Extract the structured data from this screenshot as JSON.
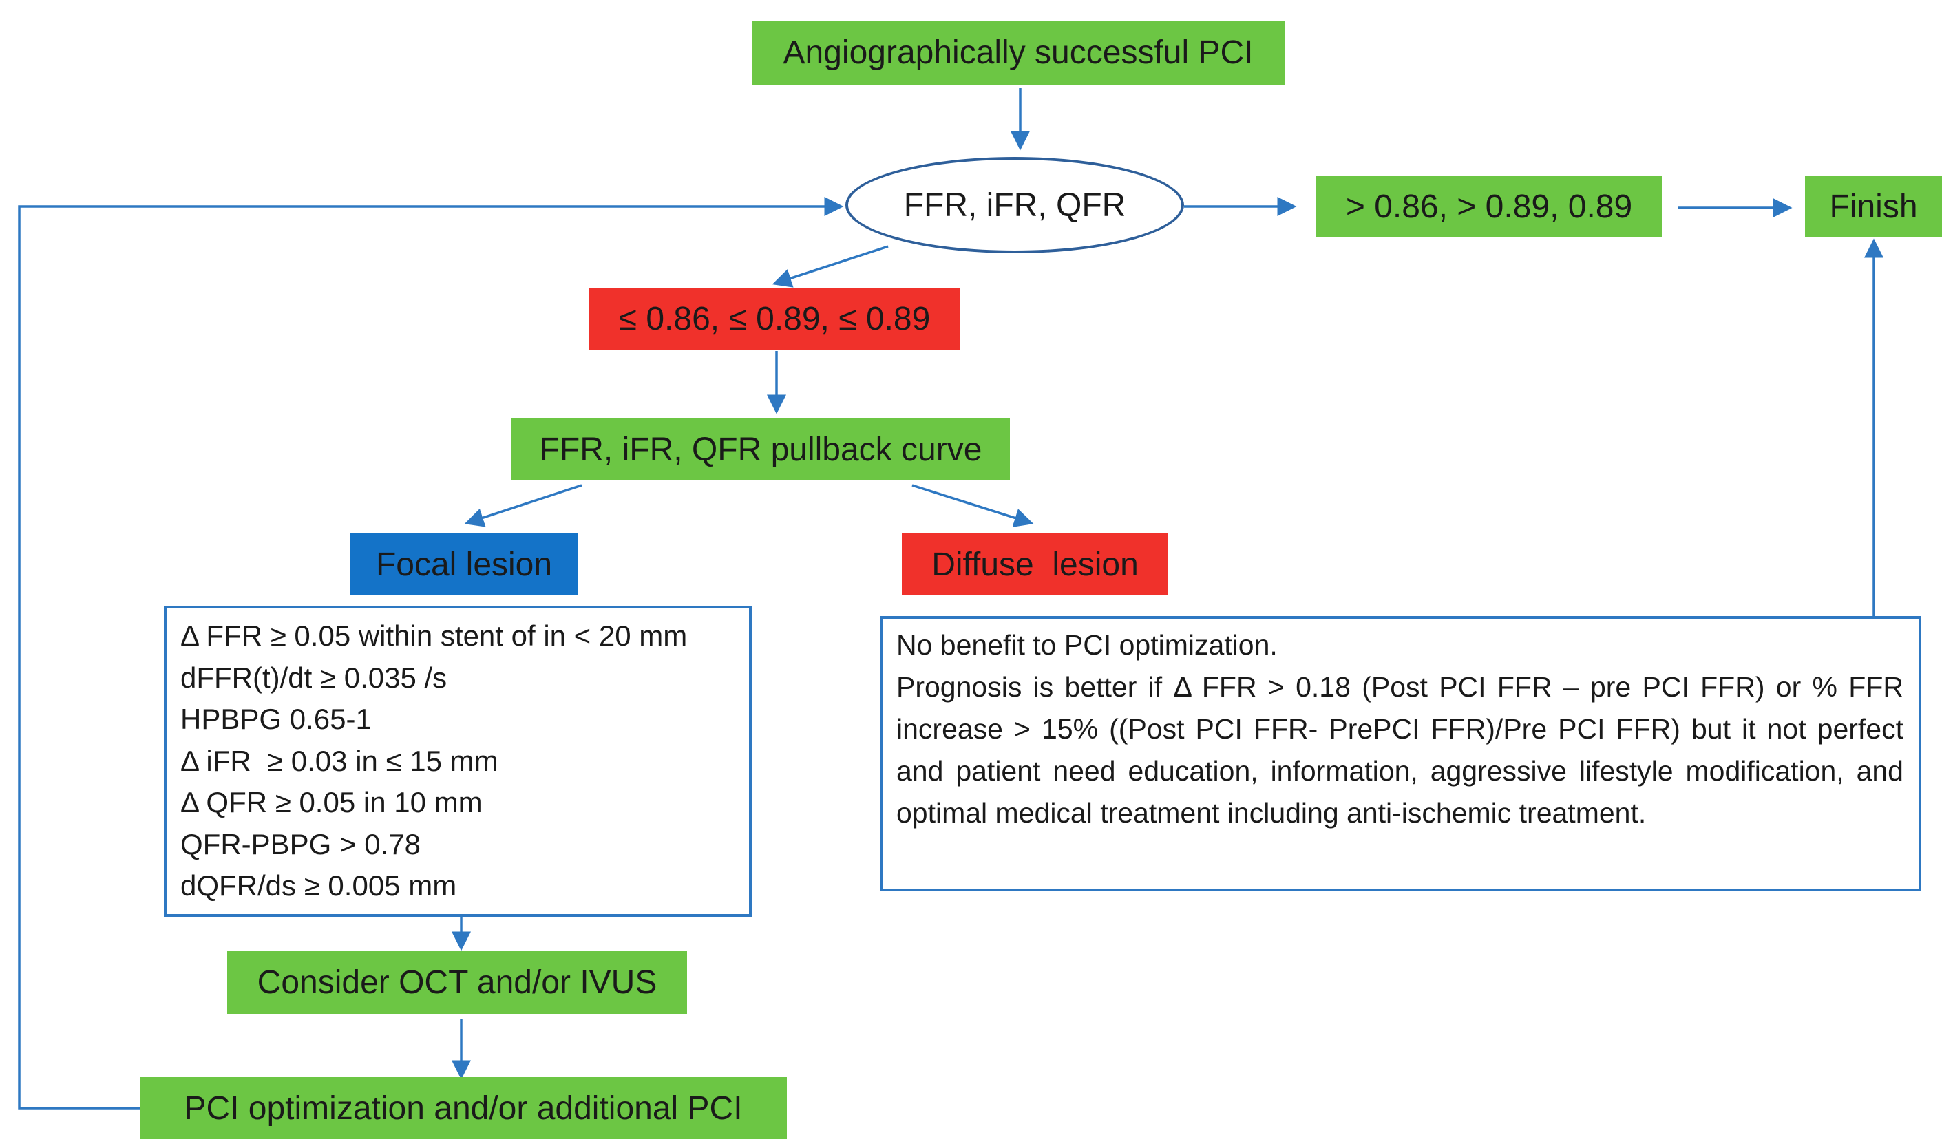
{
  "flowchart": {
    "start": "Angiographically successful PCI",
    "measurement": "FFR, iFR, QFR",
    "normal_thresholds": "> 0.86, > 0.89, 0.89",
    "finish": "Finish",
    "abnormal_thresholds": "≤ 0.86, ≤ 0.89, ≤ 0.89",
    "pullback": "FFR, iFR, QFR pullback curve",
    "focal": "Focal lesion",
    "diffuse": "Diffuse  lesion",
    "focal_criteria": [
      "Δ FFR ≥ 0.05 within stent of in < 20 mm",
      "dFFR(t)/dt ≥ 0.035 /s",
      "HPBPG 0.65-1",
      "Δ iFR  ≥ 0.03 in ≤ 15 mm",
      "Δ QFR ≥ 0.05 in 10 mm",
      "QFR-PBPG > 0.78",
      "dQFR/ds ≥ 0.005 mm"
    ],
    "diffuse_note_line1": "No benefit to PCI optimization.",
    "diffuse_note_para": "Prognosis is better if Δ FFR > 0.18 (Post PCI FFR – pre PCI  FFR) or % FFR increase > 15% ((Post PCI FFR- PrePCI FFR)/Pre PCI FFR) but it not perfect and patient need education, information, aggressive lifestyle modification, and optimal medical treatment including anti-ischemic treatment.",
    "imaging": "Consider OCT and/or IVUS",
    "optimization": "PCI optimization and/or additional PCI"
  },
  "colors": {
    "green": "#6cc644",
    "red": "#f0312b",
    "blue": "#1473c8",
    "arrow": "#2e78c2"
  }
}
